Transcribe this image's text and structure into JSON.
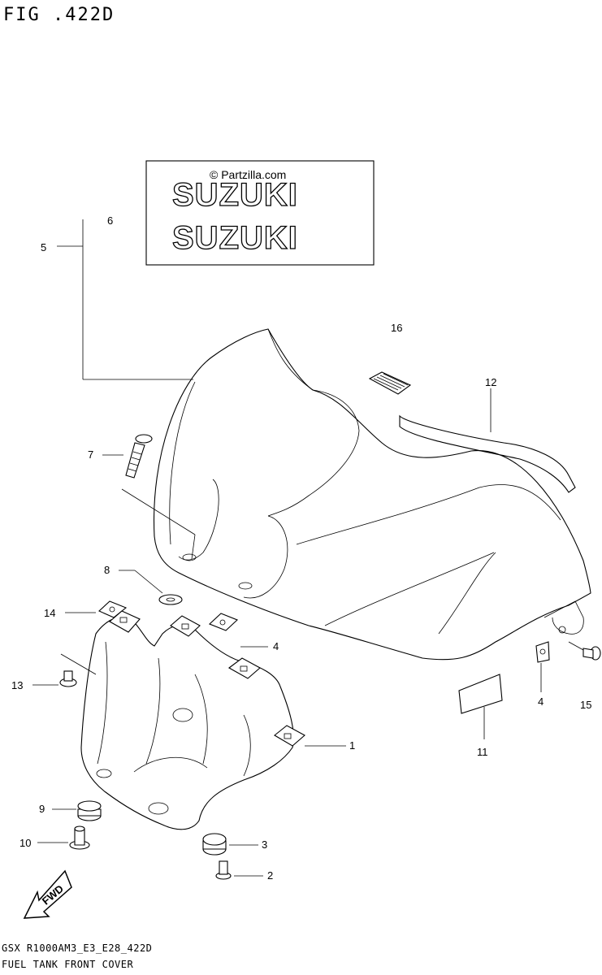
{
  "figure": {
    "title": "FIG .422D",
    "model_code": "GSX R1000AM3_E3_E28_422D",
    "caption": "FUEL TANK FRONT COVER"
  },
  "decal": {
    "watermark": "© Partzilla.com",
    "logo_text": "SUZUKI"
  },
  "callouts": {
    "c1": "1",
    "c2": "2",
    "c3": "3",
    "c4a": "4",
    "c4b": "4",
    "c5": "5",
    "c6": "6",
    "c7": "7",
    "c8": "8",
    "c9": "9",
    "c10": "10",
    "c11": "11",
    "c12": "12",
    "c13": "13",
    "c14": "14",
    "c15": "15",
    "c16": "16"
  },
  "direction_arrow": {
    "label": "FWD"
  }
}
